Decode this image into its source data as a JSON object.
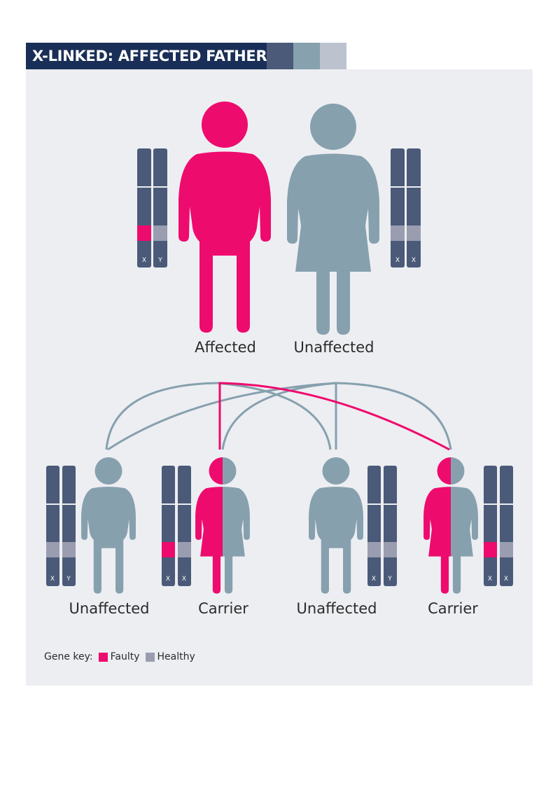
{
  "title": "X-LINKED: AFFECTED FATHER",
  "colors": {
    "header_bg": "#1a2f57",
    "swatches": [
      "#4a5a78",
      "#87a1ae",
      "#bcc3cf"
    ],
    "faulty": "#ee0b6e",
    "healthy": "#9a9db0",
    "chromosome": "#4a5a78",
    "unaffected_figure": "#86a0ae",
    "panel_bg": "#edeef2"
  },
  "parents": [
    {
      "role": "father",
      "label": "Affected",
      "chromosomes": [
        {
          "letter": "X",
          "gene": "faulty"
        },
        {
          "letter": "Y",
          "gene": "healthy"
        }
      ]
    },
    {
      "role": "mother",
      "label": "Unaffected",
      "chromosomes": [
        {
          "letter": "X",
          "gene": "healthy"
        },
        {
          "letter": "X",
          "gene": "healthy"
        }
      ]
    }
  ],
  "children": [
    {
      "sex": "male",
      "label": "Unaffected",
      "chromosomes": [
        {
          "letter": "X",
          "gene": "healthy"
        },
        {
          "letter": "Y",
          "gene": "healthy"
        }
      ]
    },
    {
      "sex": "female",
      "label": "Carrier",
      "chromosomes": [
        {
          "letter": "X",
          "gene": "faulty"
        },
        {
          "letter": "X",
          "gene": "healthy"
        }
      ]
    },
    {
      "sex": "male",
      "label": "Unaffected",
      "chromosomes": [
        {
          "letter": "X",
          "gene": "healthy"
        },
        {
          "letter": "Y",
          "gene": "healthy"
        }
      ]
    },
    {
      "sex": "female",
      "label": "Carrier",
      "chromosomes": [
        {
          "letter": "X",
          "gene": "faulty"
        },
        {
          "letter": "X",
          "gene": "healthy"
        }
      ]
    }
  ],
  "gene_key": {
    "label": "Gene key:",
    "items": [
      {
        "name": "Faulty",
        "color": "#ee0b6e"
      },
      {
        "name": "Healthy",
        "color": "#9a9db0"
      }
    ]
  }
}
